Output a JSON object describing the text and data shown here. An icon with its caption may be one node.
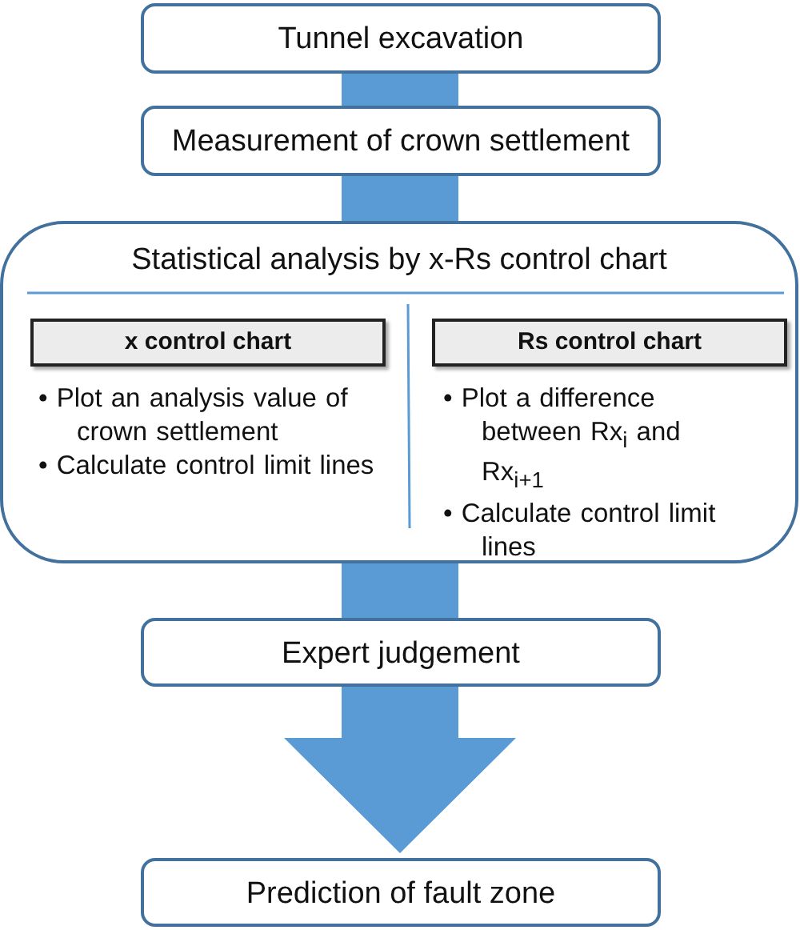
{
  "diagram": {
    "nodes": [
      {
        "text": [
          "Tunnel excavation"
        ]
      },
      {
        "text": [
          "Measurement of crown settlement"
        ]
      },
      {
        "text": [
          "Statistical analysis by x-Rs control chart"
        ]
      },
      {
        "text": [
          "x control chart"
        ],
        "in": 2,
        "beside": [
          "• Plot an analysis value of crown settlement",
          "• Calculate control limit lines"
        ]
      },
      {
        "text": [
          "Rs control chart"
        ],
        "in": 2,
        "beside": [
          "• Plot a difference between Rx$_{i}$ and Rx$_{i+1}$",
          "• Calculate control limit lines"
        ]
      },
      {
        "text": [
          "Expert judgement"
        ]
      },
      {
        "text": [
          "Prediction of fault zone"
        ]
      }
    ],
    "edges": [
      {
        "from": 0,
        "to": 1,
        "arrow": "none"
      },
      {
        "from": 1,
        "to": 2,
        "arrow": "none"
      },
      {
        "from": 2,
        "to": 5,
        "arrow": "none"
      },
      {
        "from": 5,
        "to": 6,
        "arrow": "to"
      }
    ]
  }
}
